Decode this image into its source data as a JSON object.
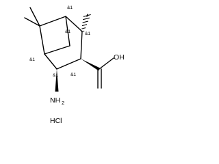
{
  "structure": {
    "stereo_label": "&1",
    "groups": {
      "carboxyl": "OH",
      "amine_atom": "NH",
      "amine_subscript": "2",
      "salt": "HCl"
    },
    "colors": {
      "ink": "#000000",
      "background": "#ffffff"
    }
  }
}
